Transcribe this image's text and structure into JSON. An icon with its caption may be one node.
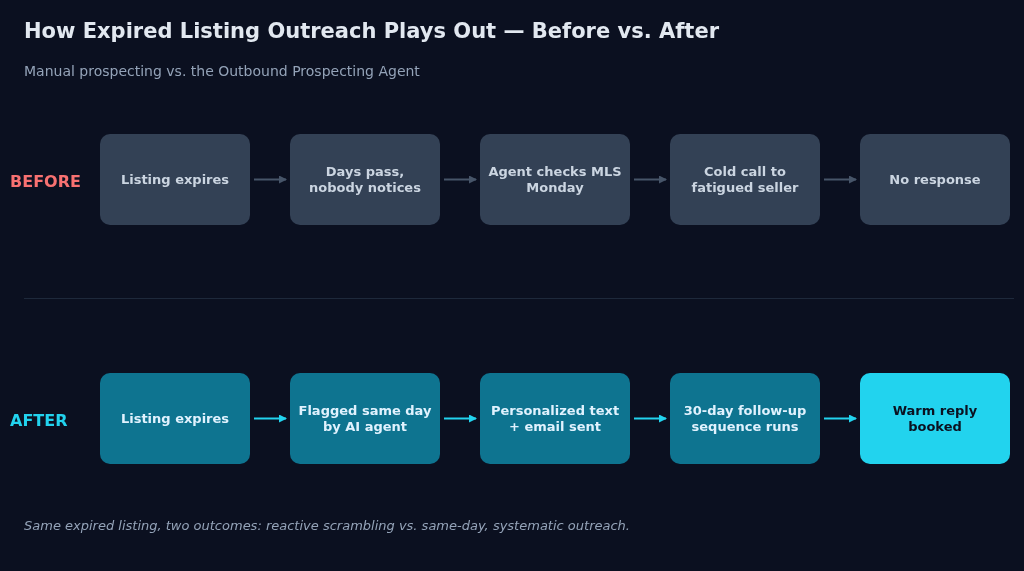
{
  "diagram": {
    "title": "How Expired Listing Outreach Plays Out — Before vs. After",
    "nodes": [
      {
        "text": [
          "Listing expires"
        ]
      },
      {
        "text": [
          "Days pass, nobody notices"
        ]
      },
      {
        "text": [
          "Agent checks MLS Monday"
        ]
      },
      {
        "text": [
          "Cold call to fatigued seller"
        ]
      },
      {
        "text": [
          "No response"
        ]
      },
      {
        "text": [
          "Listing expires"
        ]
      },
      {
        "text": [
          "Flagged same day by AI agent"
        ]
      },
      {
        "text": [
          "Personalized text + email sent"
        ]
      },
      {
        "text": [
          "30-day follow-up sequence runs"
        ]
      },
      {
        "text": [
          "Warm reply booked"
        ]
      }
    ],
    "edges": [
      {
        "from": 0,
        "to": 1,
        "arrow": "to"
      },
      {
        "from": 1,
        "to": 2,
        "arrow": "to"
      },
      {
        "from": 2,
        "to": 3,
        "arrow": "to"
      },
      {
        "from": 3,
        "to": 4,
        "arrow": "to"
      },
      {
        "from": 5,
        "to": 6,
        "arrow": "to",
        "color": "#22d3ee"
      },
      {
        "from": 6,
        "to": 7,
        "arrow": "to",
        "color": "#22d3ee"
      },
      {
        "from": 7,
        "to": 8,
        "arrow": "to",
        "color": "#22d3ee"
      },
      {
        "from": 8,
        "to": 9,
        "arrow": "to",
        "color": "#22d3ee"
      }
    ],
    "labels": [
      "Manual prospecting vs. the Outbound Prospecting Agent",
      "BEFORE",
      "AFTER",
      "Same expired listing, two outcomes: reactive scrambling vs. same-day, systematic outreach."
    ]
  }
}
